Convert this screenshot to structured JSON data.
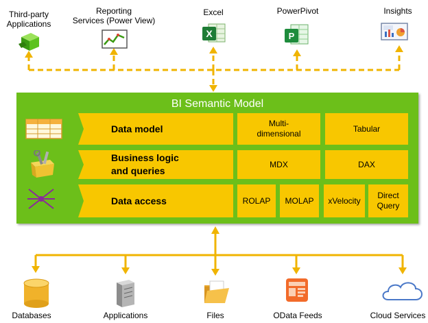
{
  "clients": [
    {
      "label": "Third-party\nApplications",
      "icon": "third-party-apps-icon"
    },
    {
      "label": "Reporting\nServices (Power View)",
      "icon": "power-view-icon"
    },
    {
      "label": "Excel",
      "icon": "excel-icon"
    },
    {
      "label": "PowerPivot",
      "icon": "powerpivot-icon"
    },
    {
      "label": "Insights",
      "icon": "insights-icon"
    }
  ],
  "model": {
    "title": "BI Semantic Model",
    "layers": [
      {
        "label": "Data model",
        "icon": "table-grid-icon",
        "cells": [
          "Multi-\ndimensional",
          "Tabular"
        ]
      },
      {
        "label": "Business logic\nand queries",
        "icon": "tools-box-icon",
        "cells": [
          "MDX",
          "DAX"
        ]
      },
      {
        "label": "Data access",
        "icon": "network-arrows-icon",
        "cells": [
          "ROLAP",
          "MOLAP",
          "xVelocity",
          "Direct\nQuery"
        ]
      }
    ]
  },
  "sources": [
    {
      "label": "Databases",
      "icon": "database-icon"
    },
    {
      "label": "Applications",
      "icon": "server-icon"
    },
    {
      "label": "Files",
      "icon": "folder-icon"
    },
    {
      "label": "OData Feeds",
      "icon": "odata-feed-icon"
    },
    {
      "label": "Cloud Services",
      "icon": "cloud-icon"
    }
  ],
  "colors": {
    "model_bg": "#6cbf1a",
    "layer_fill": "#f8c700",
    "connector": "#f0b400",
    "title_text": "#ffffff"
  }
}
